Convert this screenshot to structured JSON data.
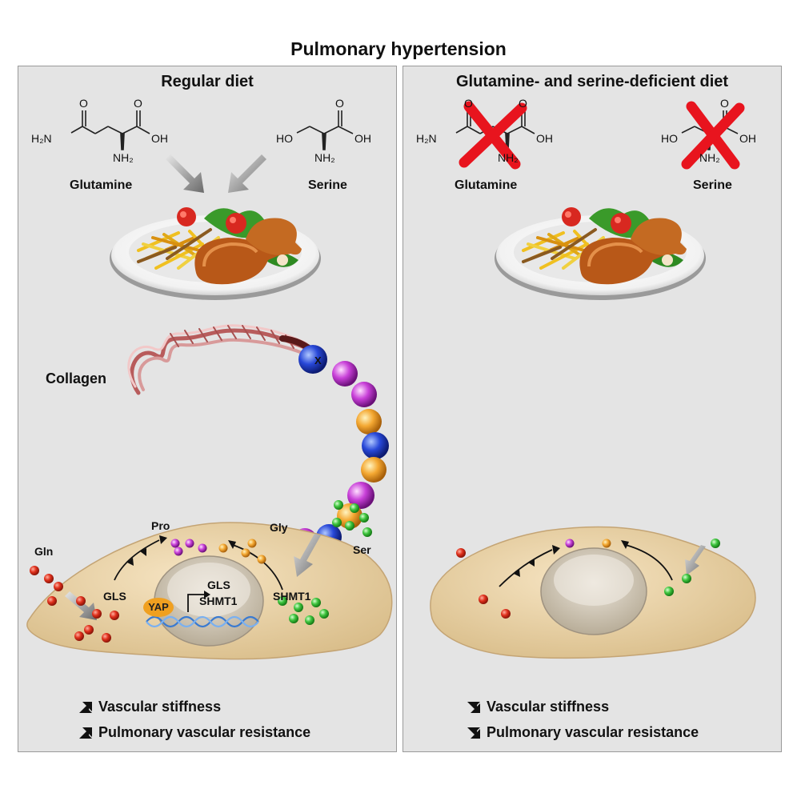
{
  "title": "Pulmonary hypertension",
  "left_panel": {
    "heading": "Regular diet",
    "molecules": {
      "glutamine": {
        "name": "Glutamine",
        "amide_group": "H₂N",
        "acid_group": "OH",
        "carbonyl_o": "O",
        "carbonyl_o2": "O",
        "amine_group": "NH₂"
      },
      "serine": {
        "name": "Serine",
        "hydroxyl_group": "HO",
        "acid_group": "OH",
        "carbonyl_o": "O",
        "amine_group": "NH₂"
      }
    },
    "collagen_label": "Collagen",
    "collagen_bead_label": "X",
    "cell_labels": {
      "gln": "Gln",
      "gls_enzyme": "GLS",
      "pro": "Pro",
      "gly": "Gly",
      "ser": "Ser",
      "shmt1_enzyme": "SHMT1",
      "yap": "YAP",
      "gene_gls": "GLS",
      "gene_shmt1": "SHMT1"
    },
    "outcomes": [
      "Vascular stiffness",
      "Pulmonary vascular resistance"
    ],
    "outcome_direction": "up"
  },
  "right_panel": {
    "heading": "Glutamine- and serine-deficient diet",
    "molecules": {
      "glutamine": {
        "name": "Glutamine",
        "amide_group": "H₂N",
        "acid_group": "OH",
        "carbonyl_o": "O",
        "carbonyl_o2": "O",
        "amine_group": "NH₂"
      },
      "serine": {
        "name": "Serine",
        "hydroxyl_group": "HO",
        "acid_group": "OH",
        "carbonyl_o": "O",
        "amine_group": "NH₂"
      }
    },
    "outcomes": [
      "Vascular stiffness",
      "Pulmonary vascular resistance"
    ],
    "outcome_direction": "down"
  },
  "colors": {
    "panel_bg": "#e4e4e4",
    "cell_fill": "#ecd6ac",
    "glutamine_dot": "#e0301c",
    "serine_dot": "#3ec43e",
    "proline_dot": "#c840d8",
    "glycine_dot": "#f4a832",
    "cross_mark": "#e8141e",
    "yap": "#f0a020"
  }
}
